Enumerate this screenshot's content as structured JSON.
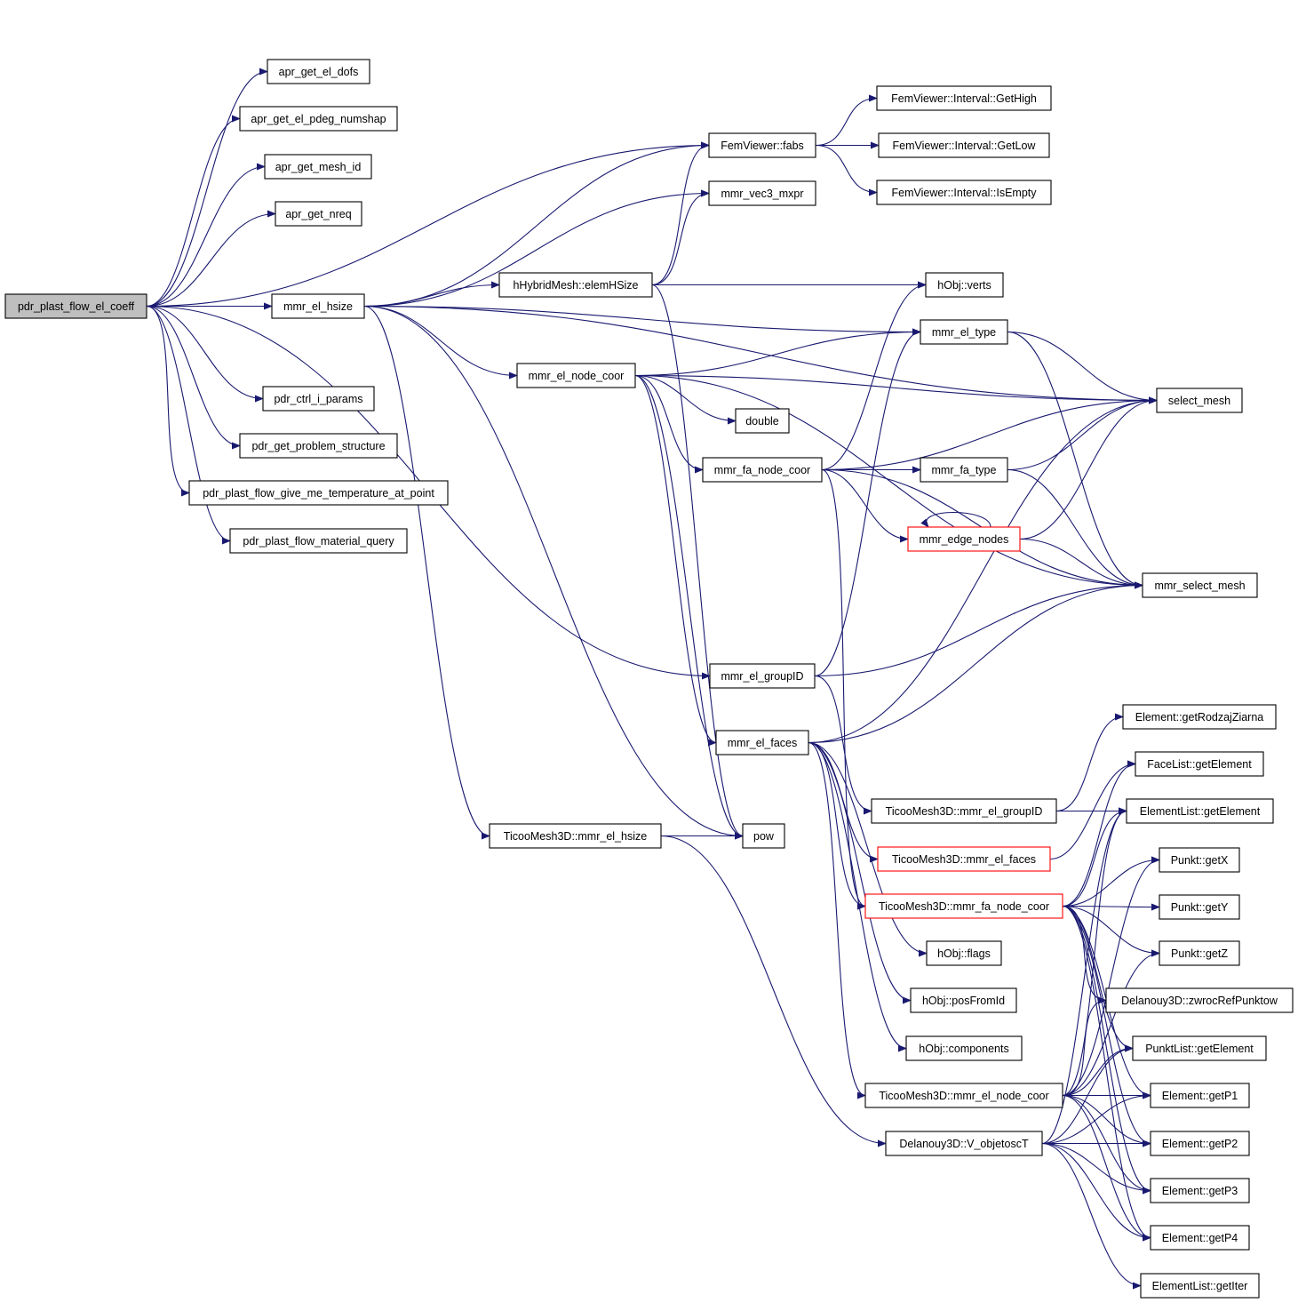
{
  "colors": {
    "edge": "#191970",
    "node_border": "#000000",
    "node_border_truncated": "#ff0000",
    "node_fill": "#ffffff",
    "root_fill": "#bfbfbf"
  },
  "nodes": [
    {
      "id": "n_root",
      "label": "pdr_plast_flow_el_coeff",
      "style": "root"
    },
    {
      "id": "n_apr_dofs",
      "label": "apr_get_el_dofs",
      "style": "normal"
    },
    {
      "id": "n_apr_pdeg",
      "label": "apr_get_el_pdeg_numshap",
      "style": "normal"
    },
    {
      "id": "n_apr_mesh",
      "label": "apr_get_mesh_id",
      "style": "normal"
    },
    {
      "id": "n_apr_nreq",
      "label": "apr_get_nreq",
      "style": "normal"
    },
    {
      "id": "n_mmr_hsize",
      "label": "mmr_el_hsize",
      "style": "normal"
    },
    {
      "id": "n_pdr_ctrl",
      "label": "pdr_ctrl_i_params",
      "style": "normal"
    },
    {
      "id": "n_pdr_prob",
      "label": "pdr_get_problem_structure",
      "style": "normal"
    },
    {
      "id": "n_pdr_temp",
      "label": "pdr_plast_flow_give_me_temperature_at_point",
      "style": "normal"
    },
    {
      "id": "n_pdr_mat",
      "label": "pdr_plast_flow_material_query",
      "style": "normal"
    },
    {
      "id": "n_hybrid",
      "label": "hHybridMesh::elemHSize",
      "style": "normal"
    },
    {
      "id": "n_el_node",
      "label": "mmr_el_node_coor",
      "style": "normal"
    },
    {
      "id": "n_ticoo_hsize",
      "label": "TicooMesh3D::mmr_el_hsize",
      "style": "normal"
    },
    {
      "id": "n_fabs",
      "label": "FemViewer::fabs",
      "style": "normal"
    },
    {
      "id": "n_vec3",
      "label": "mmr_vec3_mxpr",
      "style": "normal"
    },
    {
      "id": "n_double",
      "label": "double",
      "style": "normal"
    },
    {
      "id": "n_fa_node",
      "label": "mmr_fa_node_coor",
      "style": "normal"
    },
    {
      "id": "n_groupid",
      "label": "mmr_el_groupID",
      "style": "normal"
    },
    {
      "id": "n_faces",
      "label": "mmr_el_faces",
      "style": "normal"
    },
    {
      "id": "n_pow",
      "label": "pow",
      "style": "normal"
    },
    {
      "id": "n_gethigh",
      "label": "FemViewer::Interval::GetHigh",
      "style": "normal"
    },
    {
      "id": "n_getlow",
      "label": "FemViewer::Interval::GetLow",
      "style": "normal"
    },
    {
      "id": "n_isempty",
      "label": "FemViewer::Interval::IsEmpty",
      "style": "normal"
    },
    {
      "id": "n_verts",
      "label": "hObj::verts",
      "style": "normal"
    },
    {
      "id": "n_el_type",
      "label": "mmr_el_type",
      "style": "normal"
    },
    {
      "id": "n_fa_type",
      "label": "mmr_fa_type",
      "style": "normal"
    },
    {
      "id": "n_edge_nodes",
      "label": "mmr_edge_nodes",
      "style": "truncated"
    },
    {
      "id": "n_ticoo_group",
      "label": "TicooMesh3D::mmr_el_groupID",
      "style": "normal"
    },
    {
      "id": "n_ticoo_faces",
      "label": "TicooMesh3D::mmr_el_faces",
      "style": "truncated"
    },
    {
      "id": "n_ticoo_fanode",
      "label": "TicooMesh3D::mmr_fa_node_coor",
      "style": "truncated"
    },
    {
      "id": "n_flags",
      "label": "hObj::flags",
      "style": "normal"
    },
    {
      "id": "n_posfromid",
      "label": "hObj::posFromId",
      "style": "normal"
    },
    {
      "id": "n_components",
      "label": "hObj::components",
      "style": "normal"
    },
    {
      "id": "n_ticoo_elnode",
      "label": "TicooMesh3D::mmr_el_node_coor",
      "style": "normal"
    },
    {
      "id": "n_vobj",
      "label": "Delanouy3D::V_objetoscT",
      "style": "normal"
    },
    {
      "id": "n_select",
      "label": "select_mesh",
      "style": "normal"
    },
    {
      "id": "n_mmr_select",
      "label": "mmr_select_mesh",
      "style": "normal"
    },
    {
      "id": "n_rodzaj",
      "label": "Element::getRodzajZiarna",
      "style": "normal"
    },
    {
      "id": "n_facelist",
      "label": "FaceList::getElement",
      "style": "normal"
    },
    {
      "id": "n_ellist",
      "label": "ElementList::getElement",
      "style": "normal"
    },
    {
      "id": "n_getx",
      "label": "Punkt::getX",
      "style": "normal"
    },
    {
      "id": "n_gety",
      "label": "Punkt::getY",
      "style": "normal"
    },
    {
      "id": "n_getz",
      "label": "Punkt::getZ",
      "style": "normal"
    },
    {
      "id": "n_zwroc",
      "label": "Delanouy3D::zwrocRefPunktow",
      "style": "normal"
    },
    {
      "id": "n_punktlist",
      "label": "PunktList::getElement",
      "style": "normal"
    },
    {
      "id": "n_p1",
      "label": "Element::getP1",
      "style": "normal"
    },
    {
      "id": "n_p2",
      "label": "Element::getP2",
      "style": "normal"
    },
    {
      "id": "n_p3",
      "label": "Element::getP3",
      "style": "normal"
    },
    {
      "id": "n_p4",
      "label": "Element::getP4",
      "style": "normal"
    },
    {
      "id": "n_getiter",
      "label": "ElementList::getIter",
      "style": "normal"
    }
  ],
  "edges": [
    [
      "n_root",
      "n_apr_dofs"
    ],
    [
      "n_root",
      "n_apr_pdeg"
    ],
    [
      "n_root",
      "n_apr_mesh"
    ],
    [
      "n_root",
      "n_apr_nreq"
    ],
    [
      "n_root",
      "n_mmr_hsize"
    ],
    [
      "n_root",
      "n_pdr_ctrl"
    ],
    [
      "n_root",
      "n_pdr_prob"
    ],
    [
      "n_root",
      "n_pdr_temp"
    ],
    [
      "n_root",
      "n_pdr_mat"
    ],
    [
      "n_root",
      "n_fabs"
    ],
    [
      "n_root",
      "n_groupid"
    ],
    [
      "n_mmr_hsize",
      "n_select"
    ],
    [
      "n_mmr_hsize",
      "n_fabs"
    ],
    [
      "n_mmr_hsize",
      "n_vec3"
    ],
    [
      "n_mmr_hsize",
      "n_hybrid"
    ],
    [
      "n_mmr_hsize",
      "n_el_type"
    ],
    [
      "n_mmr_hsize",
      "n_el_node"
    ],
    [
      "n_mmr_hsize",
      "n_ticoo_hsize"
    ],
    [
      "n_mmr_hsize",
      "n_pow"
    ],
    [
      "n_fabs",
      "n_gethigh"
    ],
    [
      "n_fabs",
      "n_getlow"
    ],
    [
      "n_fabs",
      "n_isempty"
    ],
    [
      "n_hybrid",
      "n_fabs"
    ],
    [
      "n_hybrid",
      "n_vec3"
    ],
    [
      "n_hybrid",
      "n_verts"
    ],
    [
      "n_hybrid",
      "n_pow"
    ],
    [
      "n_el_node",
      "n_select"
    ],
    [
      "n_el_node",
      "n_el_type"
    ],
    [
      "n_el_node",
      "n_double"
    ],
    [
      "n_el_node",
      "n_fa_node"
    ],
    [
      "n_el_node",
      "n_mmr_select"
    ],
    [
      "n_el_node",
      "n_faces"
    ],
    [
      "n_el_node",
      "n_pow"
    ],
    [
      "n_fa_node",
      "n_verts"
    ],
    [
      "n_fa_node",
      "n_select"
    ],
    [
      "n_fa_node",
      "n_fa_type"
    ],
    [
      "n_fa_node",
      "n_edge_nodes"
    ],
    [
      "n_fa_node",
      "n_mmr_select"
    ],
    [
      "n_fa_node",
      "n_ticoo_fanode"
    ],
    [
      "n_el_type",
      "n_select"
    ],
    [
      "n_el_type",
      "n_mmr_select"
    ],
    [
      "n_fa_type",
      "n_select"
    ],
    [
      "n_fa_type",
      "n_mmr_select"
    ],
    [
      "n_edge_nodes",
      "n_edge_nodes"
    ],
    [
      "n_edge_nodes",
      "n_select"
    ],
    [
      "n_edge_nodes",
      "n_mmr_select"
    ],
    [
      "n_groupid",
      "n_el_type"
    ],
    [
      "n_groupid",
      "n_mmr_select"
    ],
    [
      "n_groupid",
      "n_ticoo_group"
    ],
    [
      "n_faces",
      "n_select"
    ],
    [
      "n_faces",
      "n_mmr_select"
    ],
    [
      "n_faces",
      "n_ticoo_faces"
    ],
    [
      "n_faces",
      "n_ticoo_fanode"
    ],
    [
      "n_faces",
      "n_flags"
    ],
    [
      "n_faces",
      "n_posfromid"
    ],
    [
      "n_faces",
      "n_components"
    ],
    [
      "n_faces",
      "n_ticoo_elnode"
    ],
    [
      "n_ticoo_hsize",
      "n_pow"
    ],
    [
      "n_ticoo_hsize",
      "n_vobj"
    ],
    [
      "n_ticoo_group",
      "n_rodzaj"
    ],
    [
      "n_ticoo_group",
      "n_ellist"
    ],
    [
      "n_ticoo_faces",
      "n_facelist"
    ],
    [
      "n_ticoo_fanode",
      "n_facelist"
    ],
    [
      "n_ticoo_fanode",
      "n_ellist"
    ],
    [
      "n_ticoo_fanode",
      "n_getx"
    ],
    [
      "n_ticoo_fanode",
      "n_gety"
    ],
    [
      "n_ticoo_fanode",
      "n_getz"
    ],
    [
      "n_ticoo_fanode",
      "n_zwroc"
    ],
    [
      "n_ticoo_fanode",
      "n_punktlist"
    ],
    [
      "n_ticoo_fanode",
      "n_p1"
    ],
    [
      "n_ticoo_fanode",
      "n_p2"
    ],
    [
      "n_ticoo_fanode",
      "n_p3"
    ],
    [
      "n_ticoo_fanode",
      "n_p4"
    ],
    [
      "n_ticoo_elnode",
      "n_ellist"
    ],
    [
      "n_ticoo_elnode",
      "n_getx"
    ],
    [
      "n_ticoo_elnode",
      "n_getz"
    ],
    [
      "n_ticoo_elnode",
      "n_zwroc"
    ],
    [
      "n_ticoo_elnode",
      "n_punktlist"
    ],
    [
      "n_ticoo_elnode",
      "n_p1"
    ],
    [
      "n_ticoo_elnode",
      "n_p2"
    ],
    [
      "n_ticoo_elnode",
      "n_p3"
    ],
    [
      "n_ticoo_elnode",
      "n_p4"
    ],
    [
      "n_vobj",
      "n_ellist"
    ],
    [
      "n_vobj",
      "n_punktlist"
    ],
    [
      "n_vobj",
      "n_p1"
    ],
    [
      "n_vobj",
      "n_p2"
    ],
    [
      "n_vobj",
      "n_p3"
    ],
    [
      "n_vobj",
      "n_p4"
    ],
    [
      "n_vobj",
      "n_getiter"
    ]
  ]
}
